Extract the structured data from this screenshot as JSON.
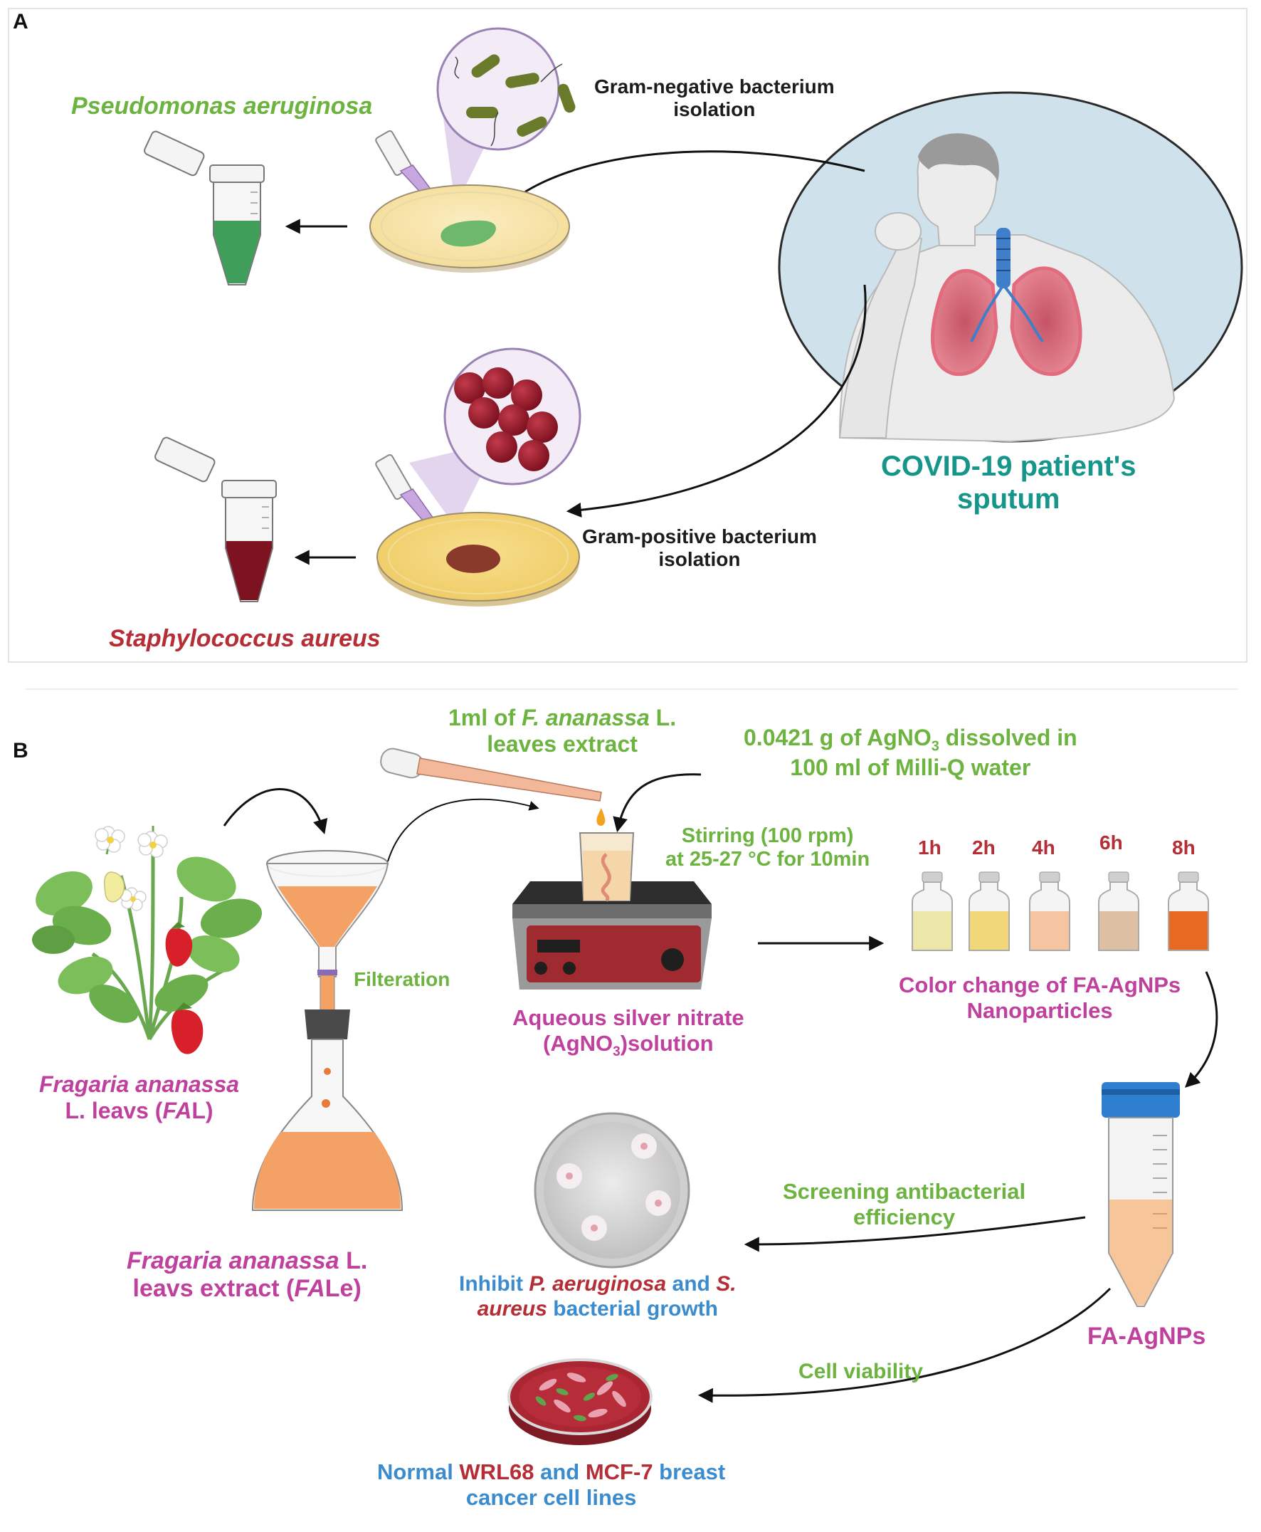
{
  "panel_a": {
    "letter": "A",
    "species_green": "Pseudomonas aeruginosa",
    "gram_negative": "Gram-negative bacterium isolation",
    "gram_negative_l1": "Gram-negative bacterium",
    "gram_negative_l2": "isolation",
    "species_red": "Staphylococcus aureus",
    "gram_positive_l1": "Gram-positive bacterium",
    "gram_positive_l2": "isolation",
    "patient_l1": "COVID-19 patient's",
    "patient_l2": "sputum"
  },
  "panel_b": {
    "letter": "B",
    "extract_l1_a": "1ml of ",
    "extract_l1_b": "F. ananassa",
    "extract_l1_c": " L.",
    "extract_l2": "leaves extract",
    "agno3_l1_a": "0.0421 g of AgNO",
    "agno3_l1_sub": "3",
    "agno3_l1_b": " dissolved in",
    "agno3_l2": "100 ml of Milli-Q water",
    "stirring_l1": "Stirring (100 rpm)",
    "stirring_l2": "at 25-27 °C for 10min",
    "time_labels": [
      "1h",
      "2h",
      "4h",
      "6h",
      "8h"
    ],
    "vial_colors": [
      "#ece6a8",
      "#f2d77a",
      "#f5c4a0",
      "#ddc0a4",
      "#e86a22"
    ],
    "filtration": "Filteration",
    "agno3_sol_l1": "Aqueous silver nitrate",
    "agno3_sol_l2_a": "(AgNO",
    "agno3_sol_l2_sub": "3",
    "agno3_sol_l2_b": ")solution",
    "color_change_l1": "Color change of FA-AgNPs",
    "color_change_l2": "Nanoparticles",
    "fal_l1": "Fragaria ananassa",
    "fal_l2_a": "L.  leavs (",
    "fal_l2_b": "FA",
    "fal_l2_c": "L)",
    "fale_l1_a": "Fragaria ananassa",
    "fale_l1_b": " L.",
    "fale_l2_a": "leavs extract (",
    "fale_l2_b": "FA",
    "fale_l2_c": "Le)",
    "screening_l1": "Screening antibacterial",
    "screening_l2": "efficiency",
    "inhibit_1": "Inhibit ",
    "inhibit_2": "P. aeruginosa",
    "inhibit_3": " and ",
    "inhibit_4": "S.",
    "inhibit_5": "aureus",
    "inhibit_6": " bacterial growth",
    "fa_agnps": "FA-AgNPs",
    "cell_viability": "Cell viability",
    "normal_1": "Normal ",
    "normal_2": "WRL68",
    "normal_3": " and ",
    "normal_4": "MCF-7",
    "normal_5": " breast",
    "normal_l2": "cancer cell lines"
  },
  "colors": {
    "green_text": "#6cb33f",
    "magenta_text": "#c0409e",
    "red_text": "#b52d35",
    "teal_text": "#16968a",
    "blue_text": "#3b8ccf"
  }
}
